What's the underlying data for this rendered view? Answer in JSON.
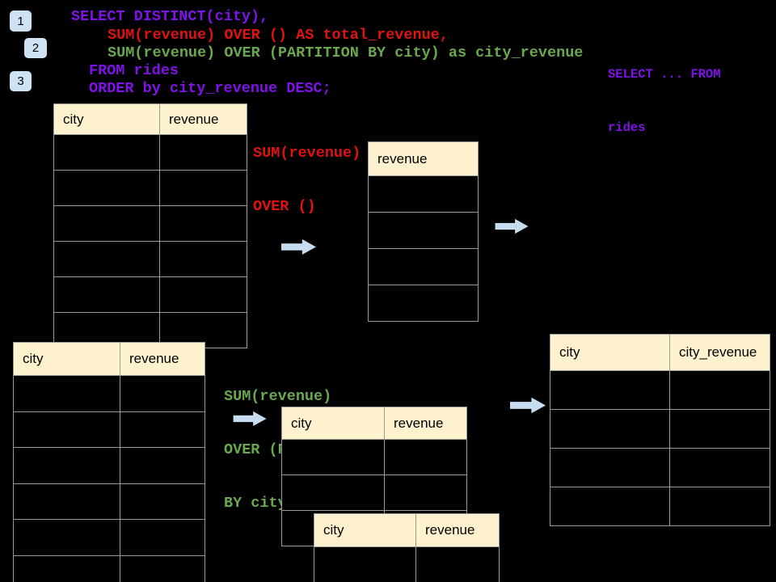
{
  "colors": {
    "background": "#000000",
    "purple": "#7f12e8",
    "red": "#e01212",
    "green": "#6aa84f",
    "table_header_bg": "#fdf2cd",
    "table_border": "#9a9a9a",
    "badge_bg": "#cfe2f3",
    "arrow_fill": "#c8dcf0"
  },
  "badges": [
    {
      "label": "1"
    },
    {
      "label": "2"
    },
    {
      "label": "3"
    }
  ],
  "sql_code": {
    "lines": [
      {
        "text": "SELECT DISTINCT(city),",
        "color": "purple"
      },
      {
        "text": "SUM(revenue) OVER () AS total_revenue,",
        "color": "red"
      },
      {
        "text": "SUM(revenue) OVER (PARTITION BY city) as city_revenue",
        "color": "green"
      },
      {
        "text": "FROM rides",
        "color": "purple"
      },
      {
        "text": "ORDER by city_revenue DESC;",
        "color": "purple"
      }
    ]
  },
  "side_note": {
    "line1": "SELECT ... FROM",
    "line2": "rides"
  },
  "annotations": {
    "total_revenue": {
      "line1": "SUM(revenue)",
      "line2": "OVER ()"
    },
    "partition": {
      "line1": "SUM(revenue)",
      "line2": "OVER (PARTITION",
      "line3": "BY city)"
    }
  },
  "tables": {
    "source_top": {
      "headers": [
        "city",
        "revenue"
      ],
      "row_count": 6
    },
    "total_result": {
      "headers": [
        "revenue"
      ],
      "row_count": 4
    },
    "source_bottom": {
      "headers": [
        "city",
        "revenue"
      ],
      "row_count": 6
    },
    "partition_back": {
      "headers": [
        "city",
        "revenue"
      ],
      "row_count": 3
    },
    "partition_front": {
      "headers": [
        "city",
        "revenue"
      ],
      "row_count": 1
    },
    "city_result": {
      "headers": [
        "city",
        "city_revenue"
      ],
      "row_count": 4
    }
  },
  "arrows": [
    {
      "name": "arrow-to-total-table",
      "direction": "right"
    },
    {
      "name": "arrow-from-total-table",
      "direction": "right"
    },
    {
      "name": "arrow-to-partition-table",
      "direction": "right"
    },
    {
      "name": "arrow-to-city-result-table",
      "direction": "right"
    }
  ]
}
